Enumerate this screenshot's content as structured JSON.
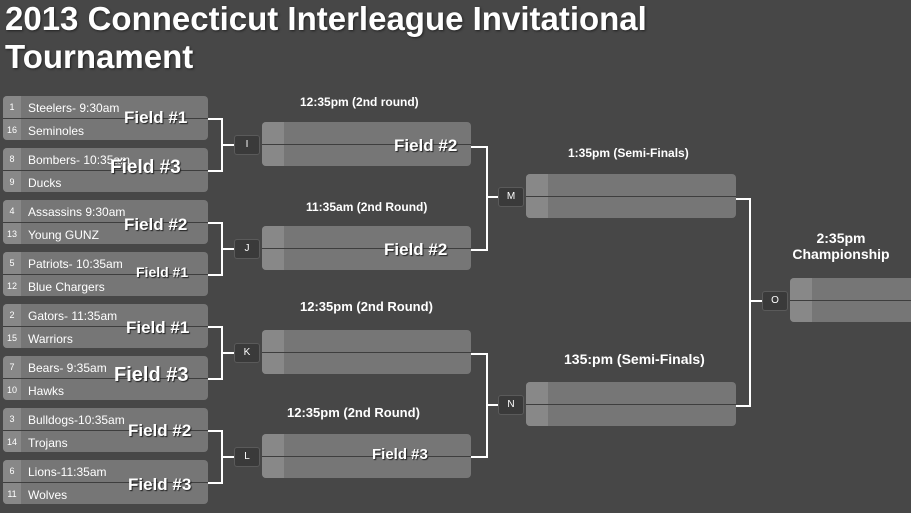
{
  "title": "2013 Connecticut Interleague Invitational Tournament",
  "round1": [
    {
      "seed_a": "1",
      "team_a": "Steelers- 9:30am",
      "seed_b": "16",
      "team_b": "Seminoles",
      "field": "Field #1"
    },
    {
      "seed_a": "8",
      "team_a": "Bombers- 10:35am",
      "seed_b": "9",
      "team_b": "Ducks",
      "field": "Field #3"
    },
    {
      "seed_a": "4",
      "team_a": "Assassins 9:30am",
      "seed_b": "13",
      "team_b": "Young GUNZ",
      "field": "Field #2"
    },
    {
      "seed_a": "5",
      "team_a": "Patriots- 10:35am",
      "seed_b": "12",
      "team_b": "Blue Chargers",
      "field": "Field #1"
    },
    {
      "seed_a": "2",
      "team_a": "Gators- 11:35am",
      "seed_b": "15",
      "team_b": "Warriors",
      "field": "Field #1"
    },
    {
      "seed_a": "7",
      "team_a": "Bears- 9:35am",
      "seed_b": "10",
      "team_b": "Hawks",
      "field": "Field #3"
    },
    {
      "seed_a": "3",
      "team_a": "Bulldogs-10:35am",
      "seed_b": "14",
      "team_b": "Trojans",
      "field": "Field #2"
    },
    {
      "seed_a": "6",
      "team_a": "Lions-11:35am",
      "seed_b": "11",
      "team_b": "Wolves",
      "field": "Field #3"
    }
  ],
  "round2": [
    {
      "node": "I",
      "label": "12:35pm (2nd round)",
      "field": "Field #2"
    },
    {
      "node": "J",
      "label": "11:35am (2nd Round)",
      "field": "Field #2"
    },
    {
      "node": "K",
      "label": "12:35pm (2nd Round)",
      "field": ""
    },
    {
      "node": "L",
      "label": "12:35pm (2nd Round)",
      "field": "Field #3"
    }
  ],
  "semis": [
    {
      "node": "M",
      "label": "1:35pm (Semi-Finals)"
    },
    {
      "node": "N",
      "label": "135:pm (Semi-Finals)"
    }
  ],
  "final": {
    "node": "O",
    "label_line1": "2:35pm",
    "label_line2": "Championship"
  },
  "colors": {
    "background": "#474747",
    "slot": "#767676",
    "seed_column": "#888888",
    "connector": "#ffffff",
    "text": "#ffffff"
  }
}
